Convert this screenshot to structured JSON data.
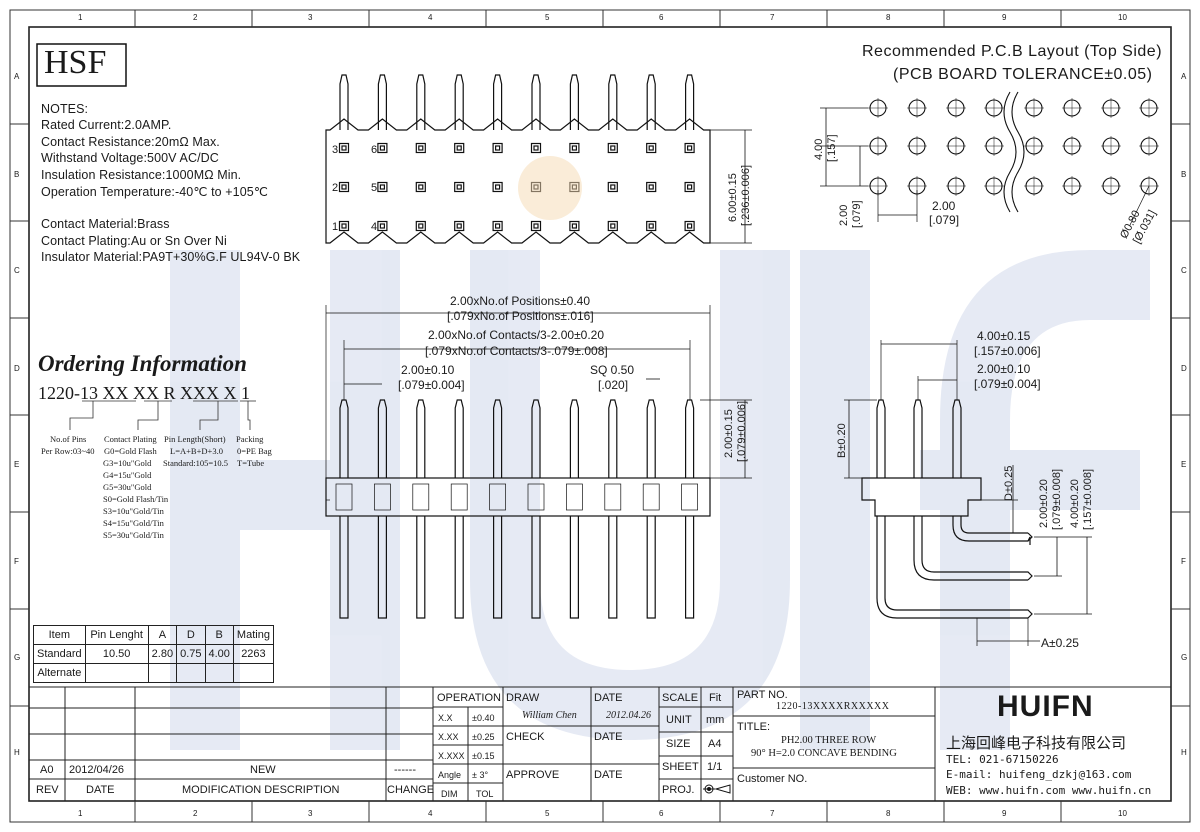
{
  "frame": {
    "col_labels": [
      "1",
      "2",
      "3",
      "4",
      "5",
      "6",
      "7",
      "8",
      "9",
      "10"
    ],
    "row_labels": [
      "A",
      "B",
      "C",
      "D",
      "E",
      "F",
      "G",
      "H"
    ]
  },
  "logo": {
    "text": "HSF"
  },
  "watermark": {
    "text": "HUIFN"
  },
  "notes": {
    "heading": "NOTES:",
    "lines": [
      "Rated Current:2.0AMP.",
      "Contact Resistance:20mΩ Max.",
      "Withstand Voltage:500V AC/DC",
      "Insulation Resistance:1000MΩ Min.",
      "Operation Temperature:-40℃ to +105℃",
      "",
      "Contact Material:Brass",
      "Contact Plating:Au or Sn Over Ni",
      "Insulator Material:PA9T+30%G.F UL94V-0 BK"
    ]
  },
  "top_view": {
    "pin_numbers": [
      "3",
      "6",
      "2",
      "5",
      "1",
      "4"
    ],
    "height_dim": "6.00±0.15",
    "height_dim_in": "[.236±0.006]"
  },
  "pcb_layout": {
    "title": "Recommended P.C.B Layout (Top Side)",
    "tolerance": "(PCB BOARD TOLERANCE±0.05)",
    "pitch_v": "4.00",
    "pitch_v_in": "[.157]",
    "pitch_v2": "2.00",
    "pitch_v2_in": "[.079]",
    "pitch_h": "2.00",
    "pitch_h_in": "[.079]",
    "hole": "Ø0.80",
    "hole_in": "[Ø.031]"
  },
  "front_view": {
    "positions": "2.00xNo.of Positions±0.40",
    "positions_in": "[.079xNo.of Positions±.016]",
    "contacts": "2.00xNo.of Contacts/3-2.00±0.20",
    "contacts_in": "[.079xNo.of Contacts/3-.079±.008]",
    "pitch": "2.00±0.10",
    "pitch_in": "[.079±0.004]",
    "sq": "SQ 0.50",
    "sq_in": "[.020]",
    "height": "2.00±0.15",
    "height_in": "[.079±0.006]"
  },
  "side_view": {
    "dim1": "4.00±0.15",
    "dim1_in": "[.157±0.006]",
    "dim2": "2.00±0.10",
    "dim2_in": "[.079±0.004]",
    "b": "B±0.20",
    "d": "D±0.25",
    "v1": "2.00±0.20",
    "v1_in": "[.079±0.008]",
    "v2": "4.00±0.20",
    "v2_in": "[.157±0.008]",
    "a": "A±0.25"
  },
  "ordering": {
    "title": "Ordering Information",
    "code_prefix": "1220-13",
    "code_parts": [
      "XX",
      "XX",
      "R",
      "XXX",
      "X",
      "1"
    ],
    "pins_label": "No.of Pins",
    "pins_value": "Per Row:03~40",
    "plating_label": "Contact Plating",
    "plating_values": [
      "G0=Gold Flash",
      "G3=10u\"Gold",
      "G4=15u\"Gold",
      "G5=30u\"Gold",
      "S0=Gold Flash/Tin",
      "S3=10u\"Gold/Tin",
      "S4=15u\"Gold/Tin",
      "S5=30u\"Gold/Tin"
    ],
    "length_label": "Pin Length(Short)",
    "length_values": [
      "L=A+B+D+3.0",
      "Standard:105=10.5"
    ],
    "packing_label": "Packing",
    "packing_values": [
      "0=PE Bag",
      "T=Tube"
    ]
  },
  "pin_table": {
    "headers": [
      "Item",
      "Pin Lenght",
      "A",
      "D",
      "B",
      "Mating"
    ],
    "rows": [
      [
        "Standard",
        "10.50",
        "2.80",
        "0.75",
        "4.00",
        "2263"
      ],
      [
        "Alternate",
        "",
        "",
        "",
        "",
        ""
      ]
    ]
  },
  "revision": {
    "rev": "A0",
    "date": "2012/04/26",
    "description": "NEW",
    "change": "------",
    "headers": [
      "REV",
      "DATE",
      "MODIFICATION DESCRIPTION",
      "CHANGE"
    ]
  },
  "title_block": {
    "operation": "OPERATION",
    "draw": "DRAW",
    "date_label": "DATE",
    "scale": "SCALE",
    "scale_val": "Fit",
    "drawer": "William Chen",
    "draw_date": "2012.04.26",
    "unit": "UNIT",
    "unit_val": "mm",
    "check": "CHECK",
    "size": "SIZE",
    "size_val": "A4",
    "sheet": "SHEET",
    "sheet_val": "1/1",
    "approve": "APPROVE",
    "proj": "PROJ.",
    "tol": [
      {
        "k": "X.X",
        "v": "±0.40"
      },
      {
        "k": "X.XX",
        "v": "±0.25"
      },
      {
        "k": "X.XXX",
        "v": "±0.15"
      },
      {
        "k": "Angle",
        "v": "± 3°"
      }
    ],
    "dim": "DIM",
    "tol_label": "TOL",
    "part_no_label": "PART NO.",
    "part_no": "1220-13XXXXRXXXXX",
    "title_label": "TITLE:",
    "title_l1": "PH2.00 THREE ROW",
    "title_l2": "90° H=2.0 CONCAVE BENDING",
    "customer": "Customer NO."
  },
  "company": {
    "logo": "HUIFN",
    "name": "上海回峰电子科技有限公司",
    "tel": "TEL: 021-67150226",
    "email": "E-mail: huifeng_dzkj@163.com",
    "web": "WEB: www.huifn.com  www.huifn.cn"
  }
}
